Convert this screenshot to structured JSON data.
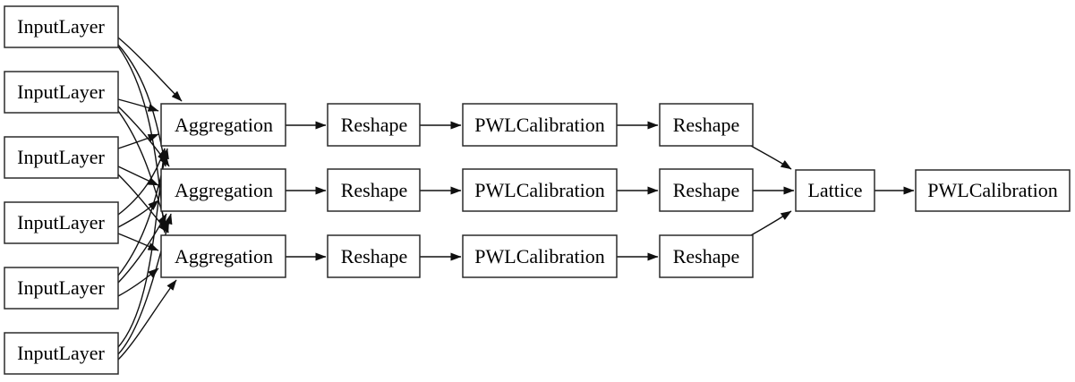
{
  "diagram": {
    "type": "model-graph",
    "colors": {
      "background": "#ffffff",
      "node_fill": "#ffffff",
      "node_border": "#2b2b2b",
      "edge": "#101010",
      "text": "#000000"
    },
    "nodes": [
      {
        "id": "input1",
        "label": "InputLayer"
      },
      {
        "id": "input2",
        "label": "InputLayer"
      },
      {
        "id": "input3",
        "label": "InputLayer"
      },
      {
        "id": "input4",
        "label": "InputLayer"
      },
      {
        "id": "input5",
        "label": "InputLayer"
      },
      {
        "id": "input6",
        "label": "InputLayer"
      },
      {
        "id": "agg1",
        "label": "Aggregation"
      },
      {
        "id": "agg2",
        "label": "Aggregation"
      },
      {
        "id": "agg3",
        "label": "Aggregation"
      },
      {
        "id": "reshape_a1",
        "label": "Reshape"
      },
      {
        "id": "reshape_a2",
        "label": "Reshape"
      },
      {
        "id": "reshape_a3",
        "label": "Reshape"
      },
      {
        "id": "pwl1",
        "label": "PWLCalibration"
      },
      {
        "id": "pwl2",
        "label": "PWLCalibration"
      },
      {
        "id": "pwl3",
        "label": "PWLCalibration"
      },
      {
        "id": "reshape_b1",
        "label": "Reshape"
      },
      {
        "id": "reshape_b2",
        "label": "Reshape"
      },
      {
        "id": "reshape_b3",
        "label": "Reshape"
      },
      {
        "id": "lattice",
        "label": "Lattice"
      },
      {
        "id": "pwl_out",
        "label": "PWLCalibration"
      }
    ],
    "edges": [
      {
        "from": "input1",
        "to": "agg1"
      },
      {
        "from": "input1",
        "to": "agg2"
      },
      {
        "from": "input1",
        "to": "agg3"
      },
      {
        "from": "input2",
        "to": "agg1"
      },
      {
        "from": "input2",
        "to": "agg2"
      },
      {
        "from": "input2",
        "to": "agg3"
      },
      {
        "from": "input3",
        "to": "agg1"
      },
      {
        "from": "input3",
        "to": "agg2"
      },
      {
        "from": "input3",
        "to": "agg3"
      },
      {
        "from": "input4",
        "to": "agg1"
      },
      {
        "from": "input4",
        "to": "agg2"
      },
      {
        "from": "input4",
        "to": "agg3"
      },
      {
        "from": "input5",
        "to": "agg1"
      },
      {
        "from": "input5",
        "to": "agg2"
      },
      {
        "from": "input5",
        "to": "agg3"
      },
      {
        "from": "input6",
        "to": "agg1"
      },
      {
        "from": "input6",
        "to": "agg2"
      },
      {
        "from": "input6",
        "to": "agg3"
      },
      {
        "from": "agg1",
        "to": "reshape_a1"
      },
      {
        "from": "agg2",
        "to": "reshape_a2"
      },
      {
        "from": "agg3",
        "to": "reshape_a3"
      },
      {
        "from": "reshape_a1",
        "to": "pwl1"
      },
      {
        "from": "reshape_a2",
        "to": "pwl2"
      },
      {
        "from": "reshape_a3",
        "to": "pwl3"
      },
      {
        "from": "pwl1",
        "to": "reshape_b1"
      },
      {
        "from": "pwl2",
        "to": "reshape_b2"
      },
      {
        "from": "pwl3",
        "to": "reshape_b3"
      },
      {
        "from": "reshape_b1",
        "to": "lattice"
      },
      {
        "from": "reshape_b2",
        "to": "lattice"
      },
      {
        "from": "reshape_b3",
        "to": "lattice"
      },
      {
        "from": "lattice",
        "to": "pwl_out"
      }
    ]
  }
}
